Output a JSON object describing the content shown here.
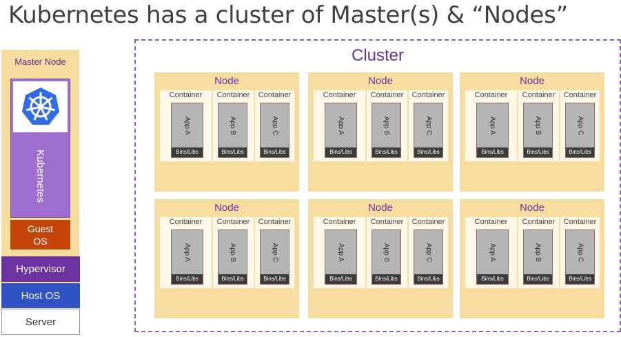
{
  "title": "Kubernetes has a cluster of Master(s) & “Nodes”",
  "master": {
    "label": "Master Node",
    "kubernetes_label": "Kubernetes",
    "logo_icon": "kubernetes-helm-icon",
    "guest_os_line1": "Guest",
    "guest_os_line2": "OS",
    "hypervisor": "Hypervisor",
    "host_os": "Host OS",
    "server": "Server"
  },
  "cluster": {
    "label": "Cluster",
    "nodes": [
      {
        "label": "Node"
      },
      {
        "label": "Node"
      },
      {
        "label": "Node"
      },
      {
        "label": "Node"
      },
      {
        "label": "Node"
      },
      {
        "label": "Node"
      }
    ],
    "container_label": "Container",
    "apps": [
      "App A",
      "App B",
      "App C"
    ],
    "bins_label": "Bins/Libs"
  },
  "colors": {
    "master_bg": "#f5dda0",
    "kubernetes": "#9f6fce",
    "guest_os": "#c5440a",
    "hypervisor": "#6e32a0",
    "host_os": "#2f52c4",
    "node_bg": "#f7dea0",
    "cluster_border": "#8c5fb8"
  }
}
